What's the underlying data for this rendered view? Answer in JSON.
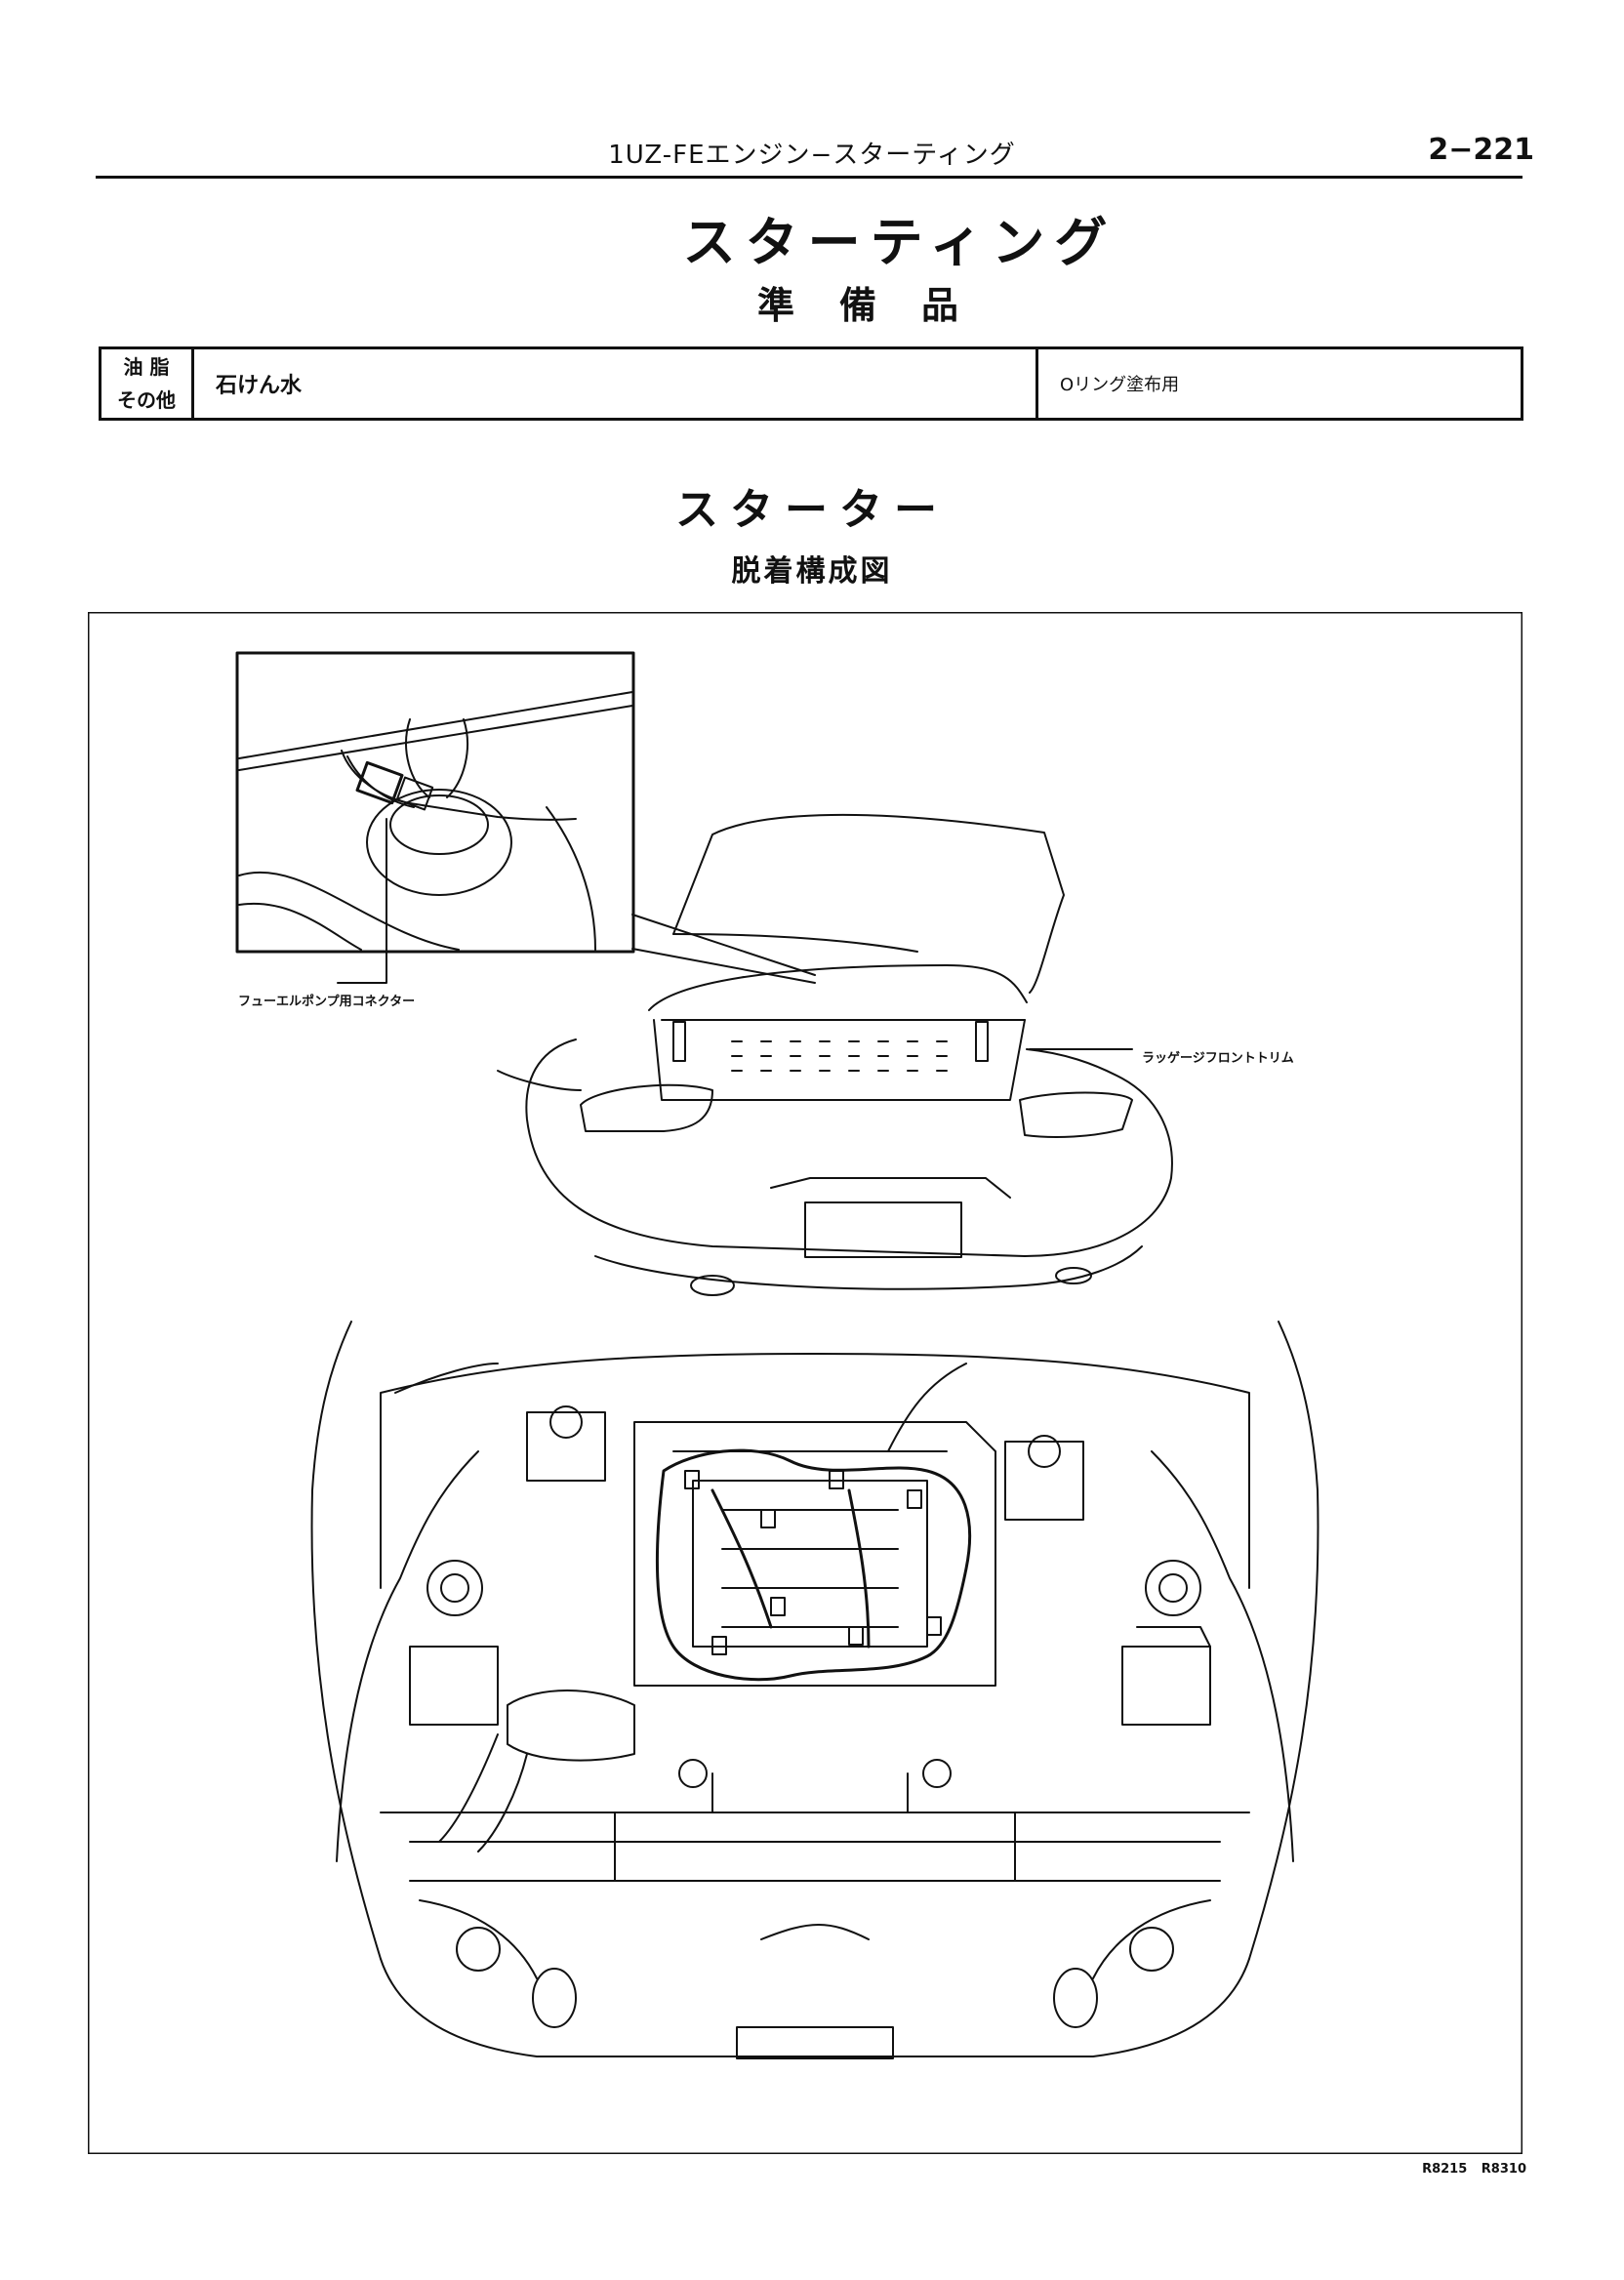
{
  "header": {
    "title": "1UZ-FEエンジン−スターティング",
    "page": "2−221"
  },
  "titles": {
    "section": "スターティング",
    "prep": "準備品",
    "component": "スターター",
    "diagram": "脱着構成図"
  },
  "prep_table": {
    "category_line1": "油 脂",
    "category_line2": "その他",
    "material": "石けん水",
    "usage": "Oリング塗布用"
  },
  "labels": {
    "fuel_pump_connector": "フューエルポンプ用コネクター",
    "luggage_trim": "ラッゲージフロントトリム"
  },
  "codes": "R8215 R8310"
}
